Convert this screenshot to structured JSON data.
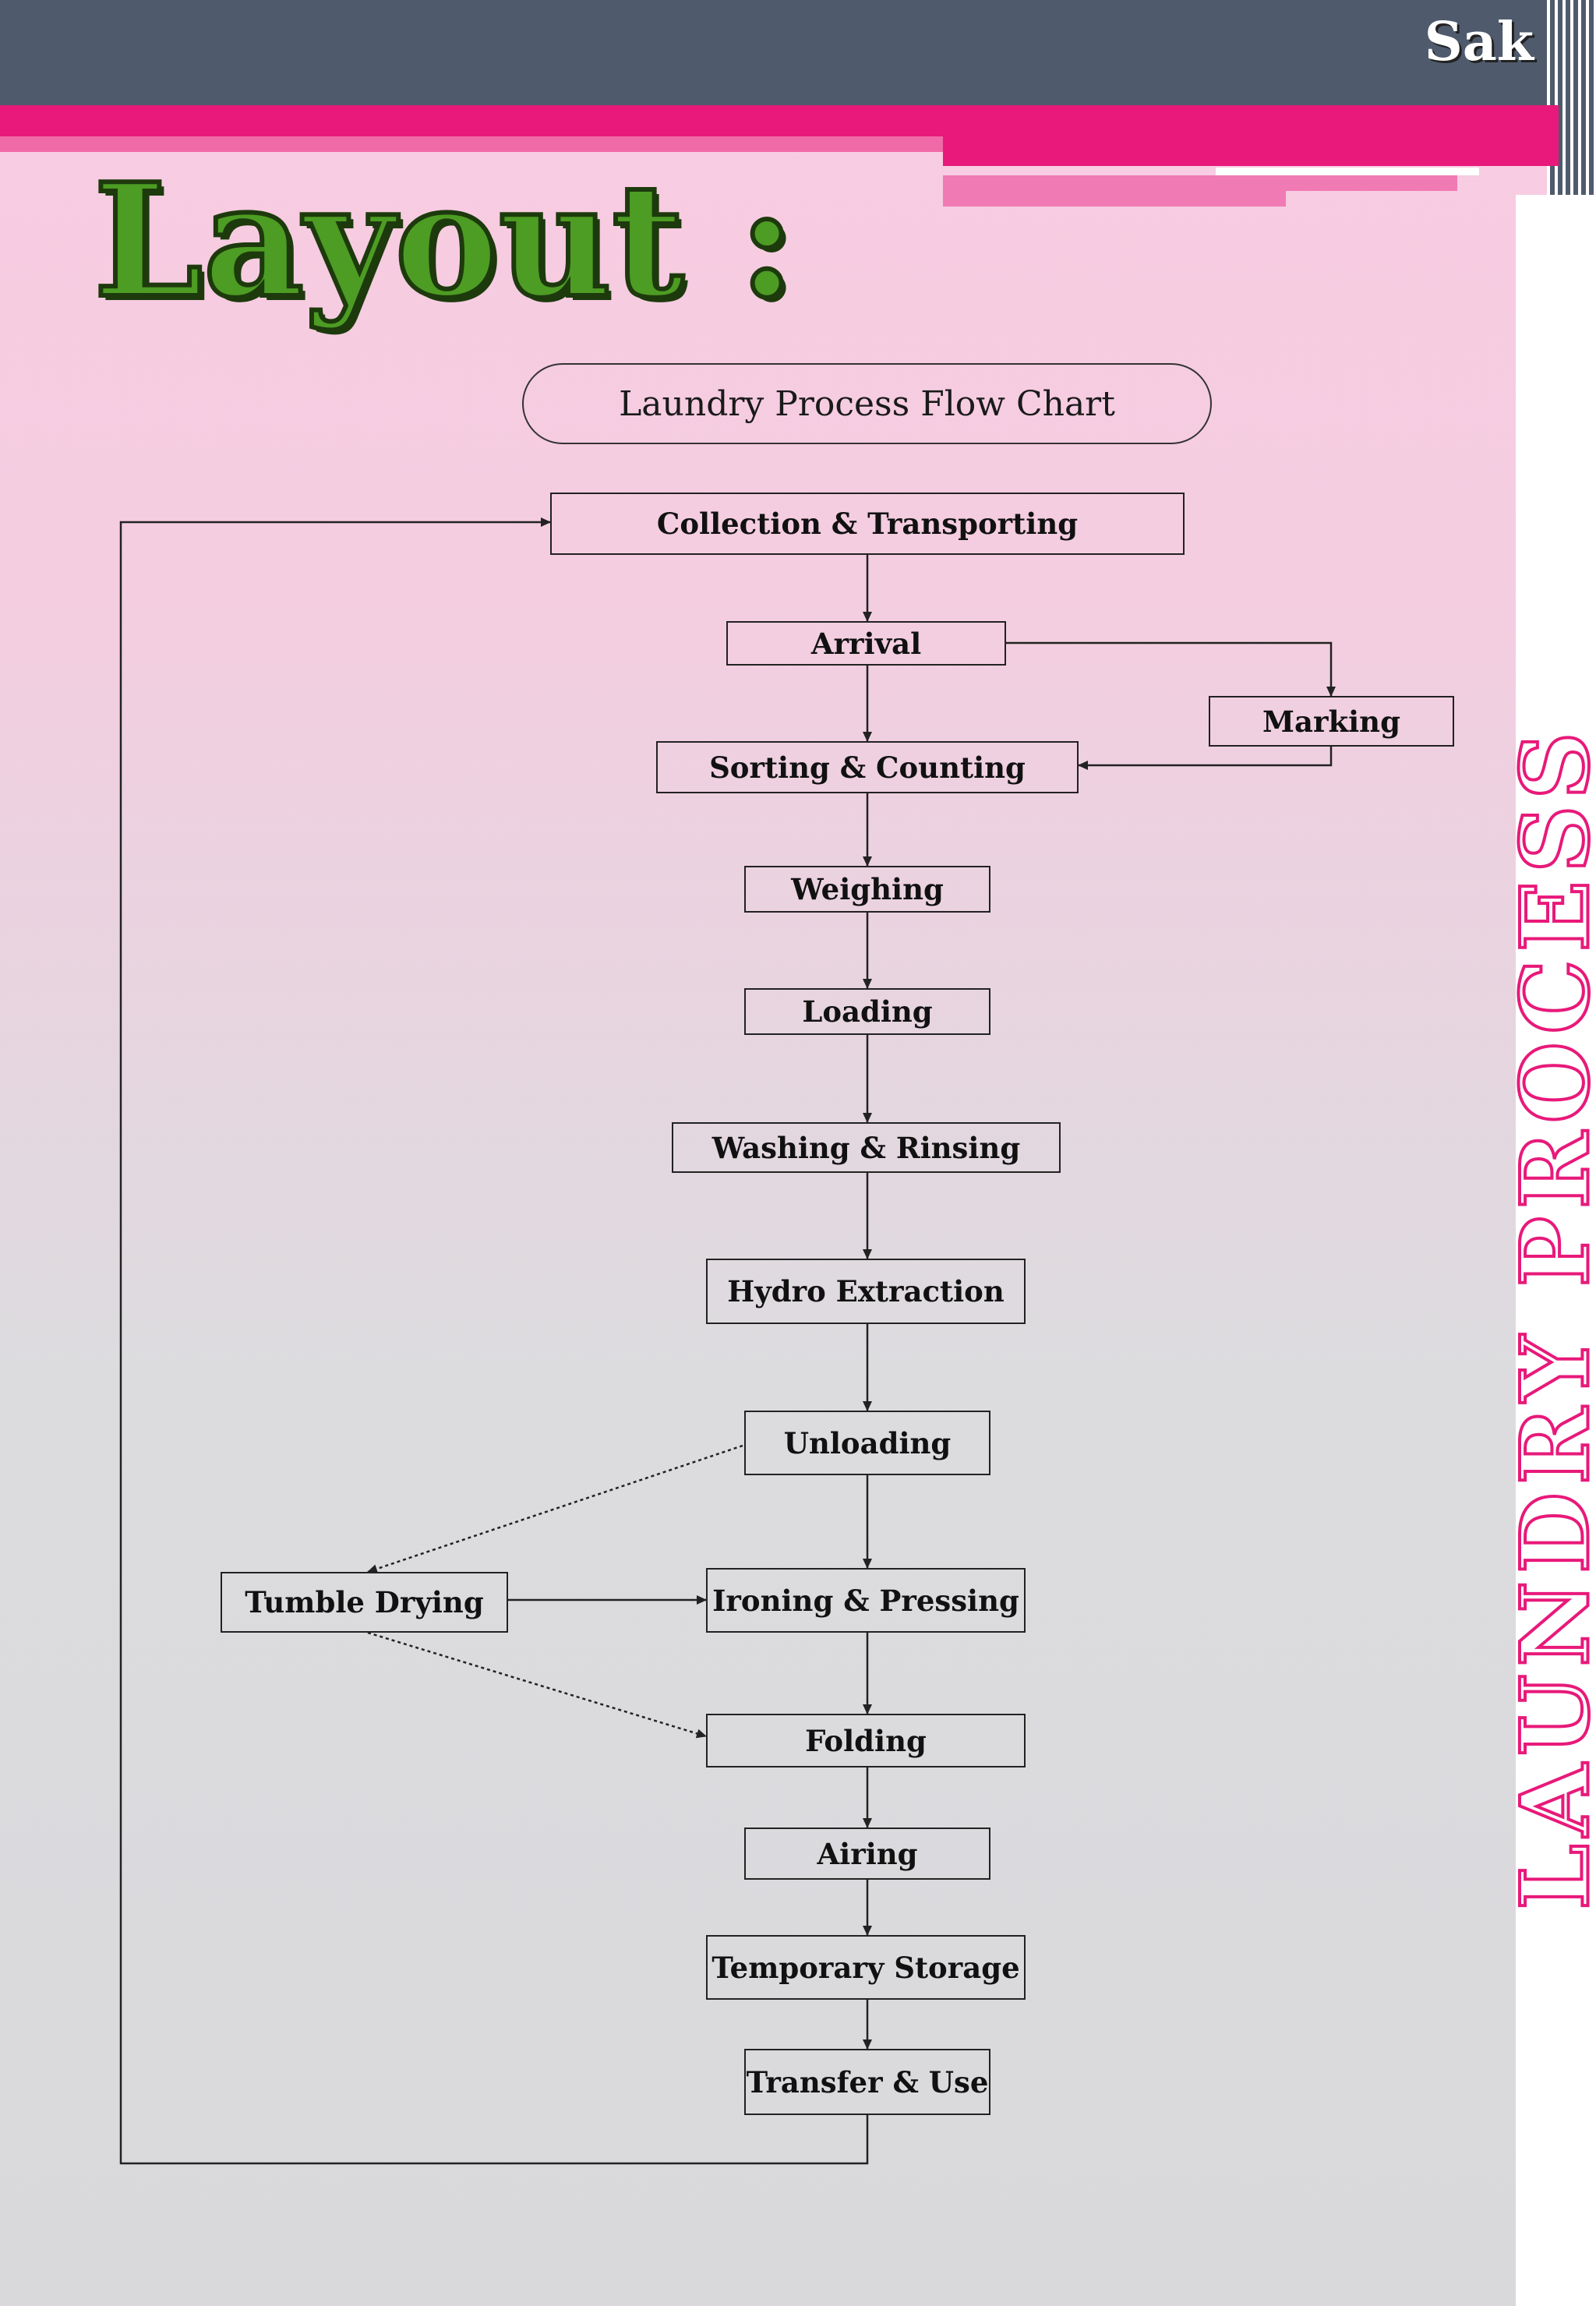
{
  "header": {
    "brand": "Sak"
  },
  "side_banner": {
    "text": "LAUNDRY PROCESS"
  },
  "heading": "Layout :",
  "flowchart": {
    "title": "Laundry Process Flow Chart",
    "steps": {
      "collection": "Collection & Transporting",
      "arrival": "Arrival",
      "marking": "Marking",
      "sorting": "Sorting & Counting",
      "weighing": "Weighing",
      "loading": "Loading",
      "washing": "Washing & Rinsing",
      "hydro": "Hydro Extraction",
      "unloading": "Unloading",
      "tumble": "Tumble Drying",
      "ironing": "Ironing & Pressing",
      "folding": "Folding",
      "airing": "Airing",
      "storage": "Temporary Storage",
      "transfer": "Transfer & Use"
    }
  },
  "colors": {
    "header": "#4f5b6d",
    "accent": "#e8197a",
    "heading_green": "#4d9c23"
  }
}
